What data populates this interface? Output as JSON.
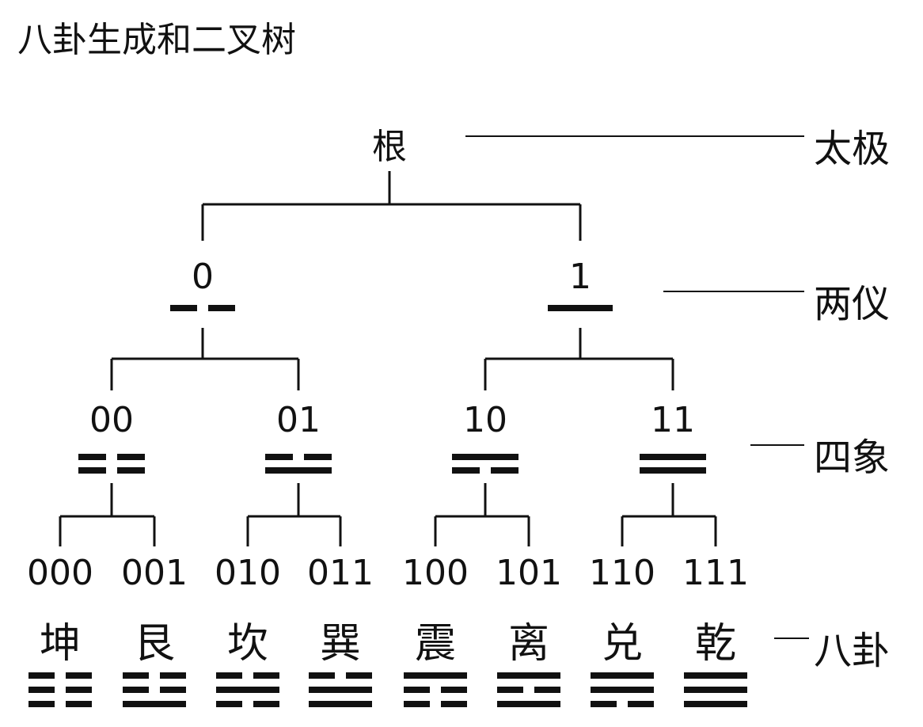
{
  "title": "八卦生成和二叉树",
  "colors": {
    "ink": "#111111",
    "background": "#ffffff"
  },
  "levels": [
    {
      "name": "太极"
    },
    {
      "name": "两仪"
    },
    {
      "name": "四象"
    },
    {
      "name": "八卦"
    }
  ],
  "root": {
    "label": "根"
  },
  "yi": [
    {
      "code": "0",
      "lines": [
        0
      ]
    },
    {
      "code": "1",
      "lines": [
        1
      ]
    }
  ],
  "xiang": [
    {
      "code": "00",
      "lines": [
        0,
        0
      ]
    },
    {
      "code": "01",
      "lines": [
        1,
        0
      ]
    },
    {
      "code": "10",
      "lines": [
        0,
        1
      ]
    },
    {
      "code": "11",
      "lines": [
        1,
        1
      ]
    }
  ],
  "gua": [
    {
      "code": "000",
      "name": "坤",
      "lines": [
        0,
        0,
        0
      ]
    },
    {
      "code": "001",
      "name": "艮",
      "lines": [
        1,
        0,
        0
      ]
    },
    {
      "code": "010",
      "name": "坎",
      "lines": [
        0,
        1,
        0
      ]
    },
    {
      "code": "011",
      "name": "巽",
      "lines": [
        1,
        1,
        0
      ]
    },
    {
      "code": "100",
      "name": "震",
      "lines": [
        0,
        0,
        1
      ]
    },
    {
      "code": "101",
      "name": "离",
      "lines": [
        1,
        0,
        1
      ]
    },
    {
      "code": "110",
      "name": "兑",
      "lines": [
        0,
        1,
        1
      ]
    },
    {
      "code": "111",
      "name": "乾",
      "lines": [
        1,
        1,
        1
      ]
    }
  ]
}
